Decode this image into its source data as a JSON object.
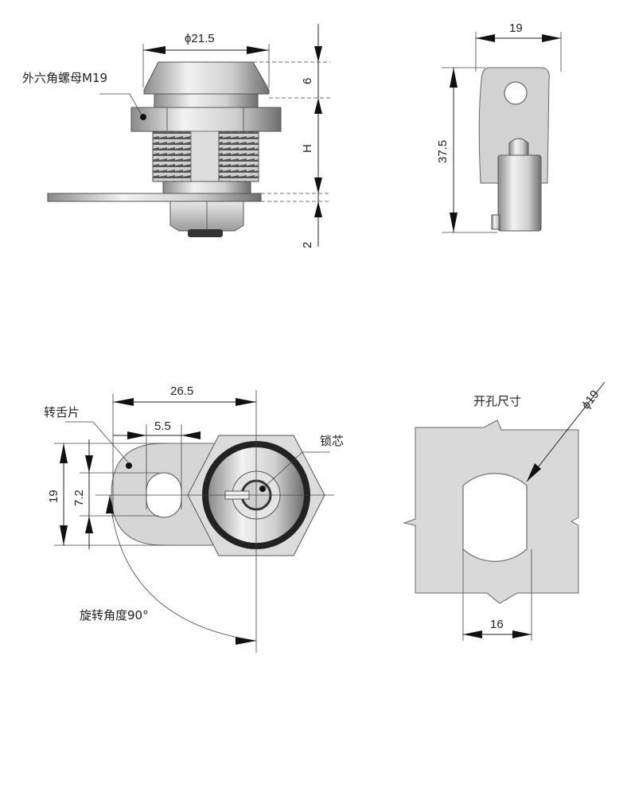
{
  "front_view": {
    "nut_label": "外六角螺母M19",
    "diameter": "ϕ21.5",
    "head_height": "6",
    "panel_thickness": "H",
    "nut_thickness": "2"
  },
  "key_view": {
    "width": "19",
    "length": "37.5"
  },
  "cam_view": {
    "cam_label": "转舌片",
    "core_label": "锁芯",
    "rotation_label": "旋转角度90°",
    "cam_length": "26.5",
    "slot_offset": "5.5",
    "cam_width": "19",
    "slot_width": "7.2"
  },
  "cutout_view": {
    "title": "开孔尺寸",
    "diameter": "ϕ19",
    "flat_width": "16"
  },
  "colors": {
    "metal": "#c8c8c8",
    "dark": "#333333",
    "plate": "#d6d6d6"
  }
}
